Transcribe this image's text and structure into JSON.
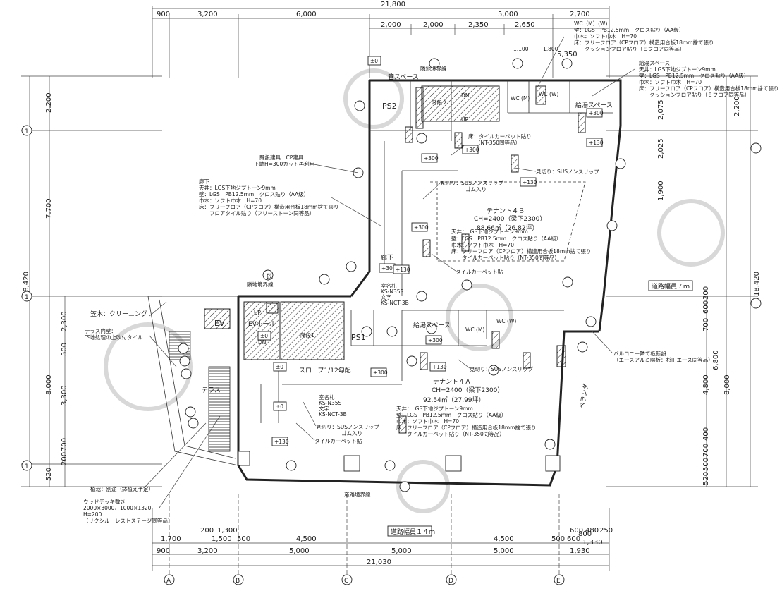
{
  "dims": {
    "top_total": "21,800",
    "top_segments": [
      "900",
      "3,200",
      "6,000",
      "5,000",
      "2,700"
    ],
    "top_sub": [
      "2,000",
      "2,000",
      "2,350",
      "2,650"
    ],
    "wc_sub": [
      "1,100",
      "1,800",
      "5,350"
    ],
    "bottom_row1": [
      "1,700",
      "1,500",
      "500",
      "4,500",
      "4,500",
      "500",
      "600",
      "800"
    ],
    "bottom_row1b": [
      "200",
      "1,300",
      "600",
      "480",
      "250"
    ],
    "bottom_row2": [
      "900",
      "3,200",
      "5,000",
      "5,000",
      "5,000",
      "1,930",
      "1,330"
    ],
    "bottom_total": "21,030",
    "left_outer": [
      "2,200",
      "7,700",
      "18,420"
    ],
    "left_inner": [
      "2,300",
      "500",
      "3,300",
      "8,000",
      "700",
      "200",
      "520"
    ],
    "right_outer": [
      "2,200",
      "2,075",
      "2,025",
      "1,900",
      "18,420"
    ],
    "right_inner": [
      "600",
      "300",
      "700",
      "4,800",
      "6,800",
      "8,000",
      "400",
      "700",
      "500",
      "520"
    ]
  },
  "grid": [
    "A",
    "B",
    "C",
    "D",
    "E"
  ],
  "rows": [
    "1",
    "1",
    "1"
  ],
  "rooms": {
    "ps2": "PS2",
    "ps1": "PS1",
    "ev": "EV",
    "ev_hall": "EVホール",
    "stair2": "階段２",
    "stair1": "階段1",
    "wc_m": "WC\n(M)",
    "wc_w": "WC\n(W)",
    "wc_m2": "WC\n(M)",
    "wc_w2": "WC\n(W)",
    "kyuto_top": "給湯スペース",
    "kyuto_mid": "給湯スペース",
    "kyuto_label2": "給湯スペース",
    "corridor": "廊下",
    "terrace": "テラス",
    "veranda": "ベランダ",
    "up": "UP",
    "dn": "DN"
  },
  "tenant4b": {
    "name": "テナント４Ｂ",
    "ch": "CH=2400（梁下2300）",
    "area": "88.66㎡（26.82坪）",
    "spec": [
      "天井：LGS下地ジプトーン9mm",
      "壁：LGS　PB12.5mm　クロス貼り（AA級）",
      "巾木：ソフト巾木　H=70",
      "床：フリーフロア（CPフロア）構造用合板18mm捨て張り",
      "　　タイルカーペット貼り（NT-350同等品）"
    ]
  },
  "tenant4a": {
    "name": "テナント４Ａ",
    "ch": "CH=2400（梁下2300）",
    "area": "92.54㎡（27.99坪）",
    "spec": [
      "天井：LGS下地ジプトーン9mm",
      "壁：LGS　PB12.5mm　クロス貼り（AA級）",
      "巾木：ソフト巾木　H=70",
      "床：フリーフロア（CPフロア）構造用合板18mm捨て張り",
      "　　タイルカーペット貼り（NT-350同等品）"
    ]
  },
  "notes": {
    "wc_spec": [
      "WC（M）(W)",
      "壁：LGS　PB12.5mm　クロス貼り（AA級）",
      "巾木：ソフト巾木　H=70",
      "床：フリーフロア（CPフロア）構造用合板18mm捨て張り",
      "　　クッションフロア貼り（Ｅフロア同等品）"
    ],
    "kyuto_spec": [
      "給湯スペース",
      "天井：LGS下地ジプトーン9mm",
      "壁：LGS　PB12.5mm　クロス貼り（AA級）",
      "巾木：ソフト巾木　H=70",
      "床：フリーフロア（CPフロア）構造用合板18mm捨て張り",
      "　　クッションフロア貼り（Ｅフロア同等品）"
    ],
    "corridor_spec": [
      "廊下",
      "天井：LGS下地ジプトーン9mm",
      "壁：LGS　PB12.5mm　クロス貼り（AA級）",
      "巾木：ソフト巾木　H=70",
      "床：フリーフロア（CPフロア）構造用合板18mm捨て張り",
      "　　フロアタイル貼り（フリーストーン同等品）"
    ],
    "floor_carpet": [
      "床：タイルカーペット貼り",
      "（NT-350同等品）"
    ],
    "existing_fitting": [
      "既設建具　CP建具",
      "下端H=300カット再利用"
    ],
    "mikiri_sus": "見切り：SUSノンスリップ",
    "mikiri_sus2": "見切り：SUSノンスリップ",
    "mikiri_rubber": [
      "見切り：SUSノンスリップ",
      "ゴム入り"
    ],
    "mikiri_rubber2": [
      "見切り：SUSノンスリップ",
      "ゴム入り"
    ],
    "tile_carpet": "タイルカーペット貼",
    "tile_carpet2": "タイルカーペット貼",
    "room_sign": [
      "室名札",
      "KS-N35S",
      "文字",
      "KS-NCT-3B"
    ],
    "room_sign2": [
      "室名札",
      "KS-N35S",
      "文字",
      "KS-NCT-3B"
    ],
    "slope": "スロープ1/12勾配",
    "kasagi": "笠木：クリーニング",
    "terrace_wall": [
      "テラス内壁：",
      "下地処理の上吹付タイル"
    ],
    "planting": "植栽：別途（鉢植え予定）",
    "wood_deck": [
      "ウッドデッキ敷き",
      "2000×3000、1000×1320",
      "H=200",
      "（リクシル　レストステージ同等品）"
    ],
    "balcony": [
      "バルコニー隣て板新設",
      "（エースアルミ隔板：杉田エース同等品）"
    ],
    "road_7m": "道路幅員７ｍ",
    "road_14m": "道路幅員１４ｍ",
    "boundary": "隣地境界線",
    "road_boundary": "道路境界線",
    "existing": "既",
    "pipe_space": "管スペース",
    "levels": [
      "±0",
      "±0",
      "±0",
      "±0",
      "+300",
      "+300",
      "+300",
      "+300",
      "+300",
      "+300",
      "+300",
      "+130",
      "+130",
      "+130",
      "+130",
      "+130"
    ]
  }
}
